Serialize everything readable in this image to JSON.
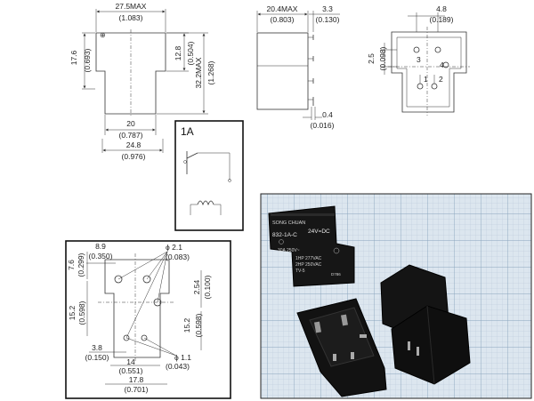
{
  "top_view": {
    "width_mm": "27.5MAX",
    "width_in": "(1.083)",
    "left_mm": "17.6",
    "left_in": "(0.693)",
    "notch_mm": "12.8",
    "notch_in": "(0.504)",
    "height_mm": "32.2MAX",
    "height_in": "(1.268)",
    "bottom_mm": "20",
    "bottom_in": "(0.787)",
    "total_mm": "24.8",
    "total_in": "(0.976)"
  },
  "side_view": {
    "depth_mm": "20.4MAX",
    "depth_in": "(0.803)",
    "pin_len_mm": "3.3",
    "pin_len_in": "(0.130)",
    "pin_w_mm": "0.4",
    "pin_w_in": "(0.016)"
  },
  "pin_view": {
    "spacing_mm": "4.8",
    "spacing_in": "(0.189)",
    "offset_mm": "2.5",
    "offset_in": "(0.098)",
    "pin_1": "1",
    "pin_2": "2",
    "pin_3": "3",
    "pin_4": "4"
  },
  "schematic": {
    "title": "1A"
  },
  "pcb_layout": {
    "d1_mm": "8.9",
    "d1_in": "(0.350)",
    "hole_big_mm": "ϕ 2.1",
    "hole_big_in": "(0.083)",
    "d2_mm": "7.6",
    "d2_in": "(0.299)",
    "d3_mm": "2.54",
    "d3_in": "(0.100)",
    "d4_mm": "15.2",
    "d4_in": "(0.598)",
    "d5_mm": "15.2",
    "d5_in": "(0.598)",
    "d6_mm": "3.8",
    "d6_in": "(0.150)",
    "d7_mm": "14",
    "d7_in": "(0.551)",
    "hole_small_mm": "ϕ 1.1",
    "hole_small_in": "(0.043)",
    "d8_mm": "17.8",
    "d8_in": "(0.701)"
  },
  "photo": {
    "brand": "SONG CHUAN",
    "model": "832-1A-C",
    "voltage": "24V=DC",
    "line1": "30A 250V~",
    "line2": "1HP 277VAC",
    "line3": "2HP 250VAC",
    "line4": "TV-5",
    "code": "D786"
  },
  "colors": {
    "grid_bg": "#dce6ef",
    "grid_line": "#9fb6cc",
    "relay_body": "#141414"
  }
}
